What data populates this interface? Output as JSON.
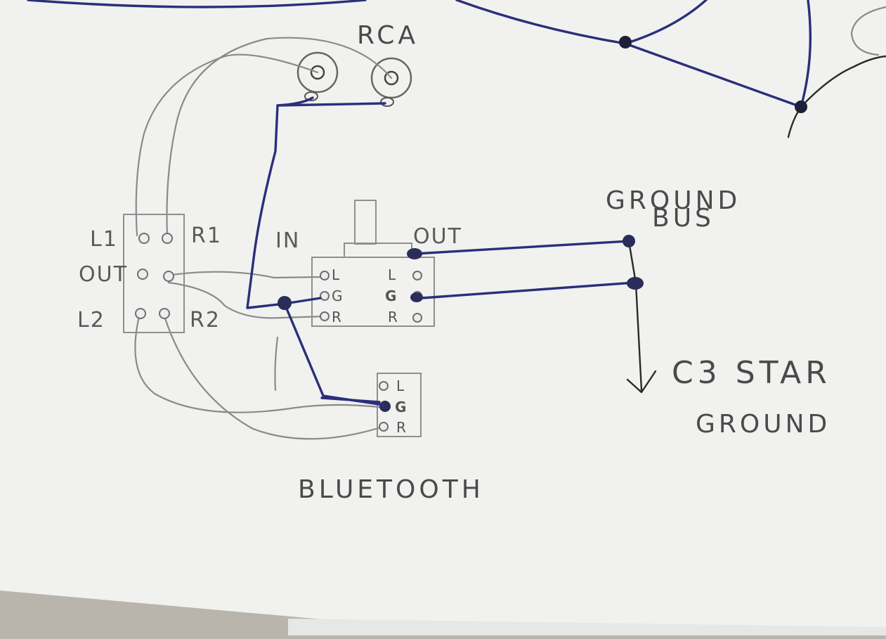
{
  "diagram": {
    "rca_label": "RCA",
    "ground_bus_line1": "GROUND",
    "ground_bus_line2": "BUS",
    "star_ground_line1": "C3 STAR",
    "star_ground_line2": "GROUND",
    "bluetooth_label": "BLUETOOTH",
    "input_label": "IN",
    "output_label": "OUT",
    "left_block": {
      "label_l1": "L1",
      "label_r1": "R1",
      "label_out": "OUT",
      "label_l2": "L2",
      "label_r2": "R2"
    },
    "switch_block": {
      "left_pins": [
        "L",
        "G",
        "R"
      ],
      "right_pins": [
        "L",
        "G",
        "R"
      ]
    },
    "bluetooth_block": {
      "pins": [
        "L",
        "G",
        "R"
      ]
    },
    "colors": {
      "paper": "#f2f2f0",
      "pencil": "#8a8a8a",
      "blue_ink": "#2b2f7a",
      "black_ink": "#2a2a2a"
    }
  }
}
